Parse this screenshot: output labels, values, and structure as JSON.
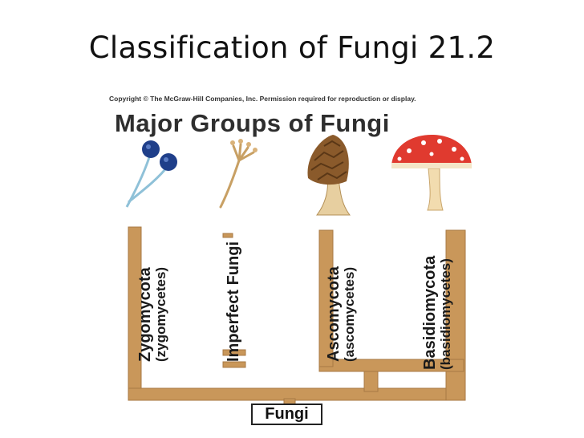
{
  "slide": {
    "title": "Classification of Fungi 21.2"
  },
  "figure": {
    "copyright": "Copyright © The McGraw-Hill Companies, Inc. Permission required for reproduction or display.",
    "heading": "Major Groups of Fungi",
    "root_label": "Fungi",
    "groups": [
      {
        "name": "Zygomycota",
        "alt": "(zygomycetes)",
        "illustration": "zygomycete-sporangia"
      },
      {
        "name": "Imperfect Fungi",
        "alt": "",
        "illustration": "conidiophore"
      },
      {
        "name": "Ascomycota",
        "alt": "(ascomycetes)",
        "illustration": "morel"
      },
      {
        "name": "Basidiomycota",
        "alt": "(basidiomycetes)",
        "illustration": "red-capped-mushroom"
      }
    ],
    "colors": {
      "branch": "#c9975a",
      "branch_edge": "#a87a44",
      "mushroom_cap": "#e03a2f",
      "morel": "#8a5a2b",
      "sporangium": "#1f3f8a"
    }
  }
}
